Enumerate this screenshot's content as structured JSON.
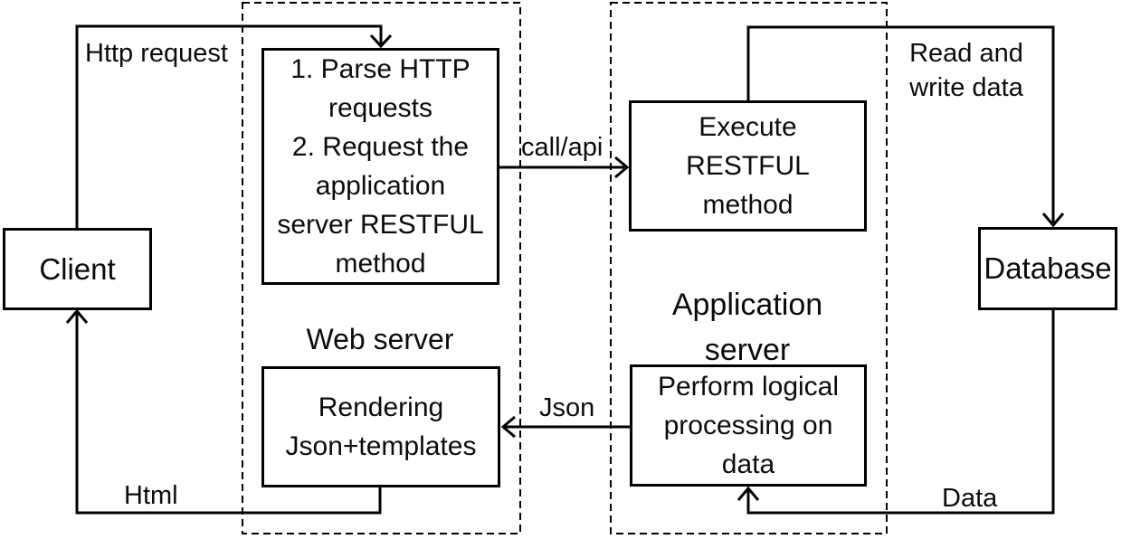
{
  "nodes": {
    "client": "Client",
    "database": "Database",
    "parse": "1. Parse HTTP\nrequests\n2. Request the\napplication\nserver RESTFUL\nmethod",
    "rendering": "Rendering\nJson+templates",
    "execute": "Execute\nRESTFUL\nmethod",
    "processing": "Perform logical\nprocessing on\ndata"
  },
  "containers": {
    "web_server": "Web server",
    "app_server": "Application\nserver"
  },
  "edges": {
    "http_request": "Http request",
    "call_api": "call/api",
    "read_write": "Read and\nwrite data",
    "json": "Json",
    "html": "Html",
    "data": "Data"
  },
  "colors": {
    "line": "#000000",
    "text": "#0c0c0c",
    "background": "#ffffff"
  }
}
